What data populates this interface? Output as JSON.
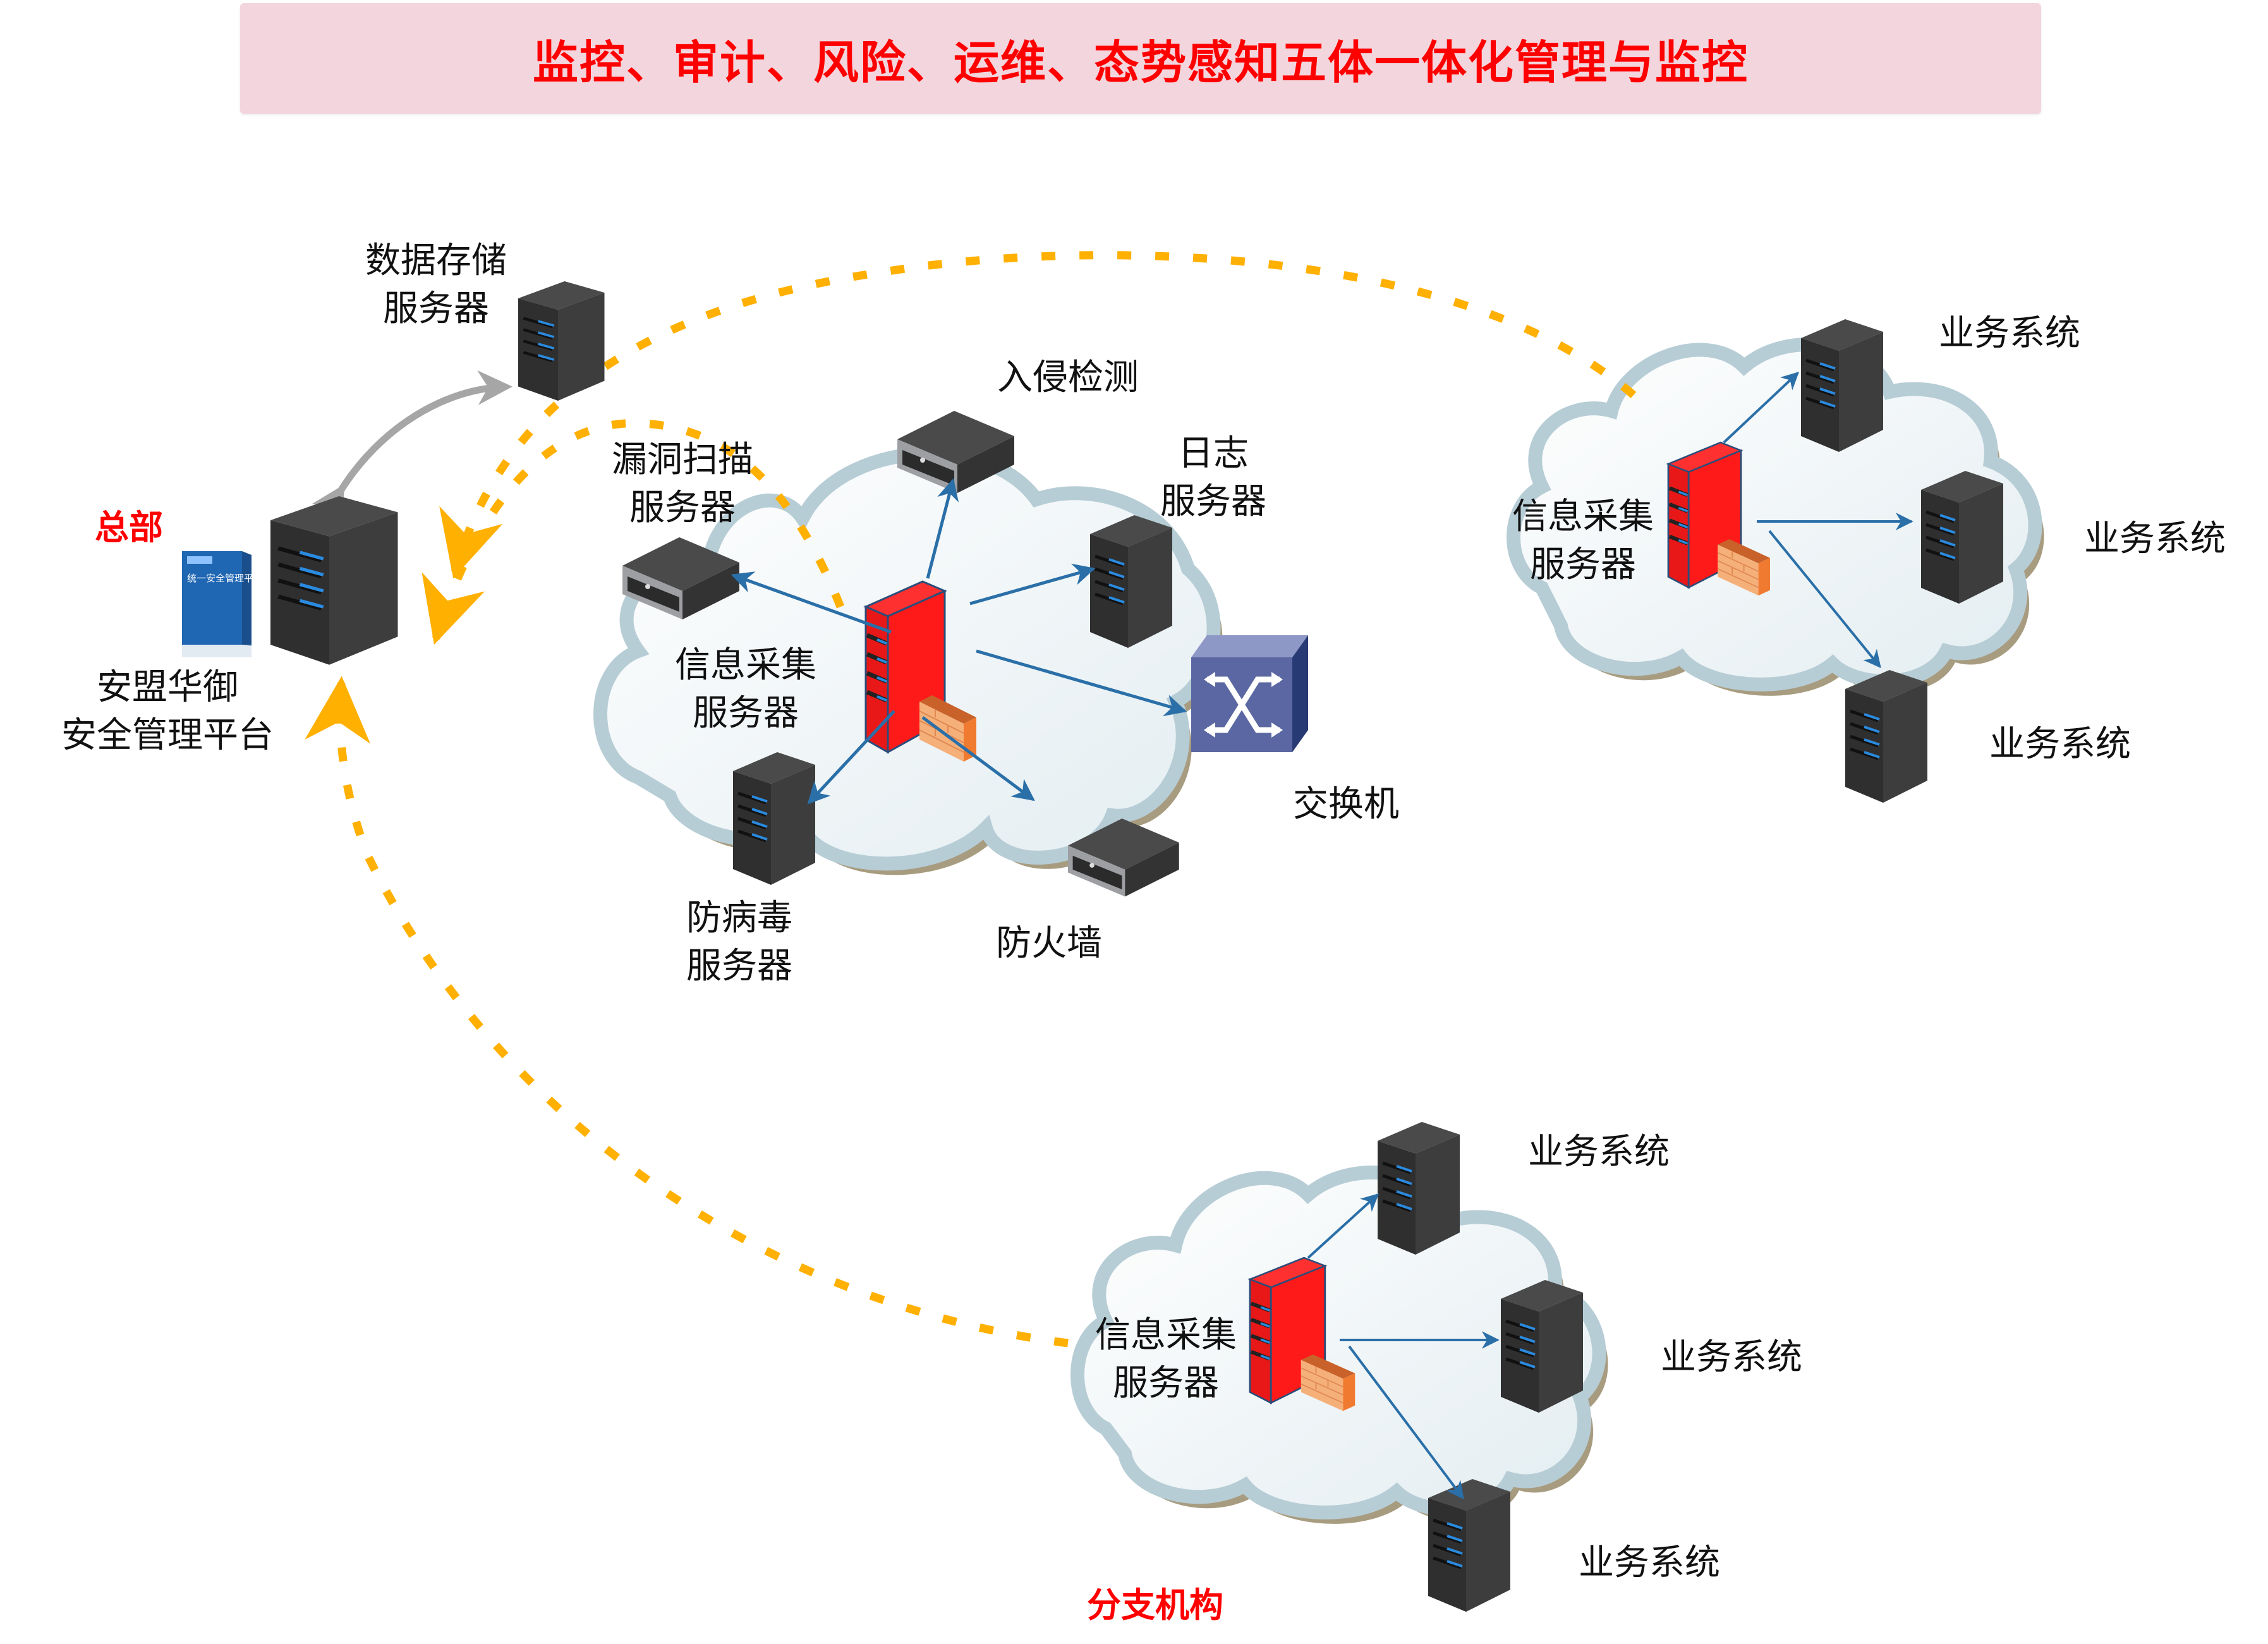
{
  "title": "监控、审计、风险、运维、态势感知五体一体化管理与监控",
  "headquarters": {
    "region_label": "总部",
    "platform_label_line1": "安盟华御",
    "platform_label_line2": "安全管理平台",
    "software_box_text": "统一安全管理平台",
    "storage_label_line1": "数据存储",
    "storage_label_line2": "服务器"
  },
  "central_cloud": {
    "collector_line1": "信息采集",
    "collector_line2": "服务器",
    "devices": {
      "ids": "入侵检测",
      "vuln_line1": "漏洞扫描",
      "vuln_line2": "服务器",
      "log_line1": "日志",
      "log_line2": "服务器",
      "switch": "交换机",
      "antivirus_line1": "防病毒",
      "antivirus_line2": "服务器",
      "firewall": "防火墙"
    }
  },
  "remote_cloud": {
    "collector_line1": "信息采集",
    "collector_line2": "服务器",
    "systems": [
      "业务系统",
      "业务系统",
      "业务系统"
    ]
  },
  "branch_cloud": {
    "region_label": "分支机构",
    "collector_line1": "信息采集",
    "collector_line2": "服务器",
    "systems": [
      "业务系统",
      "业务系统",
      "业务系统"
    ]
  },
  "colors": {
    "title_bg": "#f2d5dd",
    "title_text": "#ff0000",
    "dashed_link": "#ffb000",
    "arrow_blue": "#2a6fa8",
    "collector_red": "#ff1a1a",
    "server_dark": "#3a3a3a",
    "switch_blue": "#5b67a2",
    "cloud_fill": "#eef4f7",
    "cloud_rim": "#b7cdd6"
  }
}
